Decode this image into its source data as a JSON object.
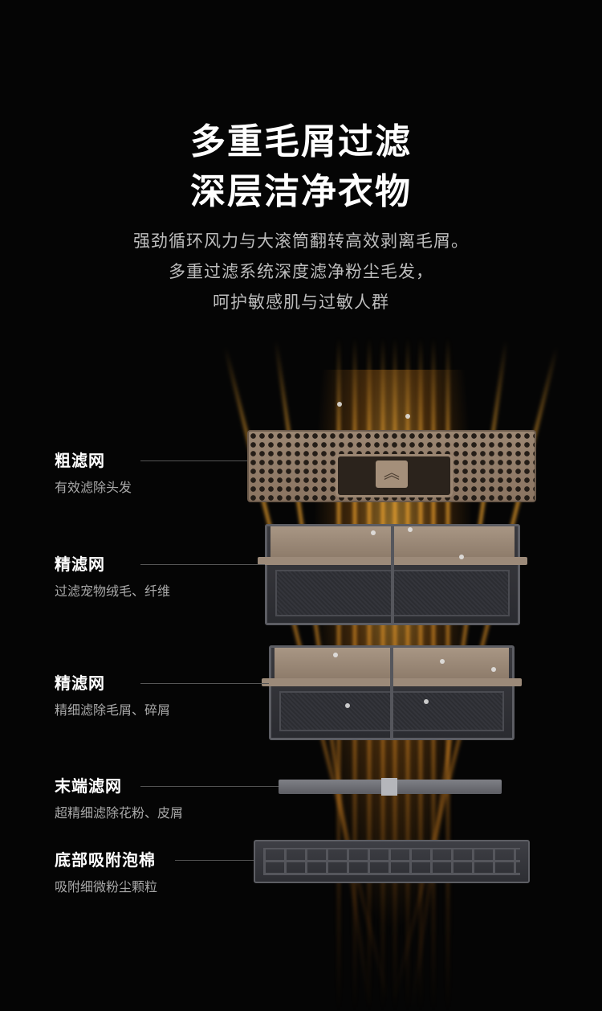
{
  "heading": {
    "line1": "多重毛屑过滤",
    "line2": "深层洁净衣物"
  },
  "subtitle": {
    "line1": "强劲循环风力与大滚筒翻转高效剥离毛屑。",
    "line2": "多重过滤系统深度滤净粉尘毛发，",
    "line3": "呵护敏感肌与过敏人群"
  },
  "layers": [
    {
      "name": "粗滤网",
      "desc": "有效滤除头发"
    },
    {
      "name": "精滤网",
      "desc": "过滤宠物绒毛、纤维"
    },
    {
      "name": "精滤网",
      "desc": "精细滤除毛屑、碎屑"
    },
    {
      "name": "末端滤网",
      "desc": "超精细滤除花粉、皮屑"
    },
    {
      "name": "底部吸附泡棉",
      "desc": "吸附细微粉尘颗粒"
    }
  ],
  "colors": {
    "background": "#050505",
    "glow": "#ffb030",
    "label": "#ffffff",
    "desc": "#a8a8a8"
  }
}
